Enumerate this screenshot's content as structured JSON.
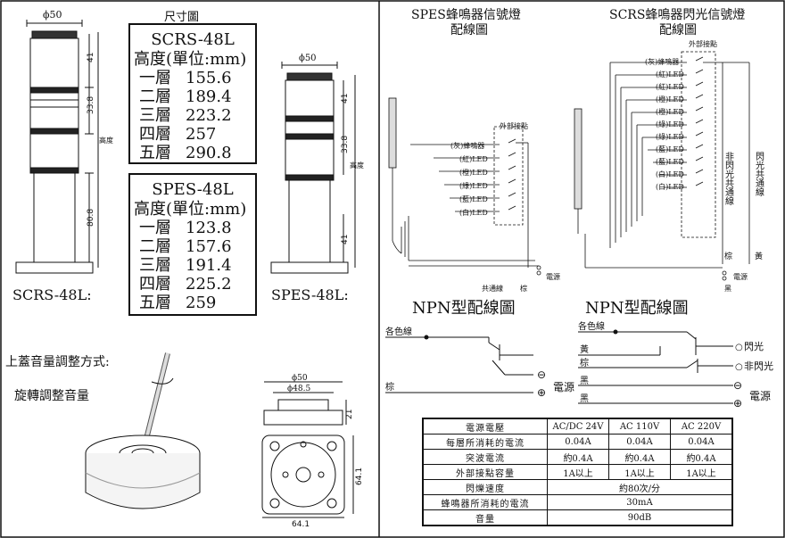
{
  "left": {
    "dim_title": "尺寸圖",
    "dia50_a": "ϕ50",
    "dia50_b": "ϕ50",
    "scrs_dims": [
      "41",
      "33.8",
      "80.8"
    ],
    "spes_dims": [
      "41",
      "33.8",
      "41"
    ],
    "height_label": "高度",
    "scrs_name": "SCRS-48L:",
    "spes_name": "SPES-48L:",
    "volume_title": "上蓋音量調整方式:",
    "volume_hint": "旋轉調整音量",
    "bottom_dims": {
      "d50": "ϕ50",
      "d48": "ϕ48.5",
      "h21": "21",
      "w64": "64.1",
      "h64": "64.1"
    }
  },
  "scrs_table": {
    "title": "SCRS-48L",
    "unit": "高度(單位:mm)",
    "rows": [
      {
        "level": "一層",
        "value": "155.6"
      },
      {
        "level": "二層",
        "value": "189.4"
      },
      {
        "level": "三層",
        "value": "223.2"
      },
      {
        "level": "四層",
        "value": "257"
      },
      {
        "level": "五層",
        "value": "290.8"
      }
    ]
  },
  "spes_table": {
    "title": "SPES-48L",
    "unit": "高度(單位:mm)",
    "rows": [
      {
        "level": "一層",
        "value": "123.8"
      },
      {
        "level": "二層",
        "value": "157.6"
      },
      {
        "level": "三層",
        "value": "191.4"
      },
      {
        "level": "四層",
        "value": "225.2"
      },
      {
        "level": "五層",
        "value": "259"
      }
    ]
  },
  "spes_wiring": {
    "title_line1": "SPES蜂鳴器信號燈",
    "title_line2": "配線圖",
    "ext_contact": "外部接點",
    "items": [
      "(灰)蜂鳴器",
      "(紅)LED",
      "(橙)LED",
      "(綠)LED",
      "(藍)LED",
      "(白)LED"
    ],
    "common": "共通線",
    "black": "棕",
    "power": "電源"
  },
  "scrs_wiring": {
    "title_line1": "SCRS蜂鳴器閃光信號燈",
    "title_line2": "配線圖",
    "ext_contact": "外部接點",
    "items": [
      "(灰)蜂鳴器",
      "(紅)LED",
      "(紅)LED",
      "(橙)LED",
      "(橙)LED",
      "(綠)LED",
      "(綠)LED",
      "(藍)LED",
      "(藍)LED",
      "(白)LED",
      "(白)LED"
    ],
    "side_a": "非閃光共通線",
    "side_b": "閃光共通線",
    "yellow": "黃",
    "brown": "棕",
    "black": "黑",
    "power": "電源"
  },
  "npn_left": {
    "title": "NPN型配線圖",
    "wire_colors": "各色線",
    "brown": "棕",
    "power": "電源"
  },
  "npn_right": {
    "title": "NPN型配線圖",
    "wire_colors": "各色線",
    "yellow": "黃",
    "brown": "棕",
    "black": "黑",
    "flash": "閃光",
    "nonflash": "非閃光",
    "power": "電源"
  },
  "spec": {
    "header": [
      "電源電壓",
      "AC/DC 24V",
      "AC 110V",
      "AC 220V"
    ],
    "rows": [
      [
        "每層所消耗的電流",
        "0.04A",
        "0.04A",
        "0.04A"
      ],
      [
        "突波電流",
        "約0.4A",
        "約0.4A",
        "約0.4A"
      ],
      [
        "外部接點容量",
        "1A以上",
        "1A以上",
        "1A以上"
      ]
    ],
    "span_rows": [
      [
        "閃爍速度",
        "約80次/分"
      ],
      [
        "蜂鳴器所消耗的電流",
        "30mA"
      ],
      [
        "音量",
        "90dB"
      ]
    ]
  }
}
